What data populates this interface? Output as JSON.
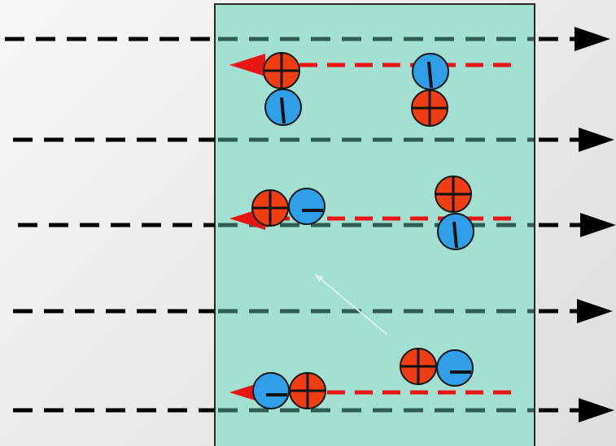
{
  "colors": {
    "slab_fill": "#a3e0d1",
    "slab_border": "#2a2a2a",
    "field_line_outside": "#000000",
    "field_line_inside": "#2e5e52",
    "field_arrowhead": "#000000",
    "positive_charge": "#f03d12",
    "negative_charge": "#2f9fea",
    "charge_outline": "#1a1a1a",
    "internal_field": "#e81515",
    "faint_arrow": "#d7f2ea"
  },
  "field_lines": [
    {
      "id": "line-1"
    },
    {
      "id": "line-2"
    },
    {
      "id": "line-3"
    },
    {
      "id": "line-4"
    },
    {
      "id": "line-5"
    }
  ],
  "dipoles": [
    {
      "id": "row1-aligned",
      "pair": [
        "positive",
        "negative"
      ]
    },
    {
      "id": "row1-random",
      "pair": [
        "negative",
        "positive"
      ]
    },
    {
      "id": "row2-aligned",
      "pair": [
        "positive",
        "negative"
      ]
    },
    {
      "id": "row2-random",
      "pair": [
        "positive",
        "negative"
      ]
    },
    {
      "id": "row3-random",
      "pair": [
        "positive",
        "negative"
      ]
    },
    {
      "id": "row3-aligned",
      "pair": [
        "negative",
        "positive"
      ]
    }
  ],
  "internal_field_arrows": [
    {
      "id": "internal-field-1"
    },
    {
      "id": "internal-field-2"
    },
    {
      "id": "internal-field-3"
    }
  ]
}
